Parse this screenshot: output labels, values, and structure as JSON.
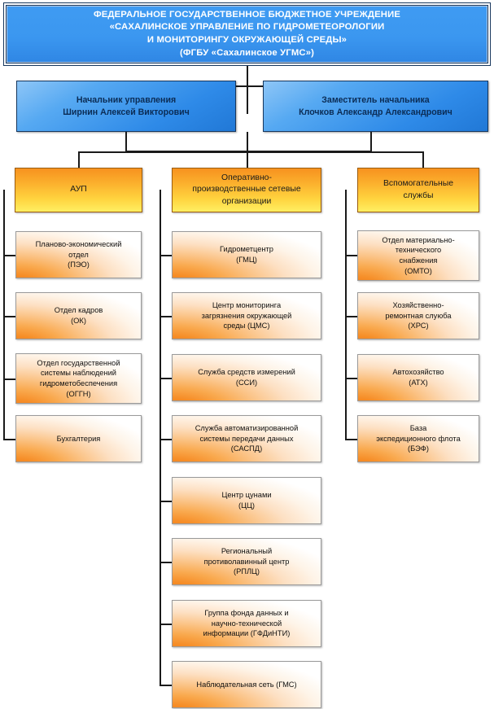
{
  "root": {
    "title": "ФЕДЕРАЛЬНОЕ ГОСУДАРСТВЕННОЕ БЮДЖЕТНОЕ УЧРЕЖДЕНИЕ\n«САХАЛИНСКОЕ УПРАВЛЕНИЕ ПО ГИДРОМЕТЕОРОЛОГИИ\nИ МОНИТОРИНГУ ОКРУЖАЮЩЕЙ СРЕДЫ»\n(ФГБУ «Сахалинское УГМС»)"
  },
  "officers": [
    {
      "label": "Начальник управления\nШирнин Алексей Викторович"
    },
    {
      "label": "Заместитель начальника\nКлочков Александр Александрович"
    }
  ],
  "columns": [
    {
      "category": "АУП",
      "items": [
        {
          "label": "Планово-экономический\nотдел\n(ПЭО)"
        },
        {
          "label": "Отдел кадров\n(ОК)"
        },
        {
          "label": "Отдел государственной\nсистемы наблюдений\nгидрометобеспечения\n(ОГГН)"
        },
        {
          "label": "Бухгалтерия"
        }
      ]
    },
    {
      "category": "Оперативно-\nпроизводственные сетевые\nорганизации",
      "items": [
        {
          "label": "Гидрометцентр\n(ГМЦ)"
        },
        {
          "label": "Центр мониторинга\nзагрязнения окружающей\nсреды (ЦМС)"
        },
        {
          "label": "Служба средств измерений\n(ССИ)"
        },
        {
          "label": "Служба автоматизированной\nсистемы передачи данных\n(САСПД)"
        },
        {
          "label": "Центр цунами\n(ЦЦ)"
        },
        {
          "label": "Региональный\nпротиволавинный центр\n(РПЛЦ)"
        },
        {
          "label": "Группа фонда данных и\nнаучно-технической\nинформации (ГФДиНТИ)"
        },
        {
          "label": "Наблюдательная сеть (ГМС)"
        }
      ]
    },
    {
      "category": "Вспомогательные\nслужбы",
      "items": [
        {
          "label": "Отдел материально-\nтехнического\nснабжения\n(ОМТО)"
        },
        {
          "label": "Хозяйственно-\nремонтная слуюба\n(ХРС)"
        },
        {
          "label": "Автохозяйство\n(АТХ)"
        },
        {
          "label": "База\nэкспедиционного флота\n(БЭФ)"
        }
      ]
    }
  ],
  "colors": {
    "root_fill": "#3b97f0",
    "root_border": "#17375e",
    "officer_fill": "#2e8ae8",
    "category_top": "#f7921f",
    "category_bottom": "#ffef62",
    "leaf_accent": "#f07c1a",
    "connector": "#1a1a1a",
    "page_background": "#ffffff"
  }
}
